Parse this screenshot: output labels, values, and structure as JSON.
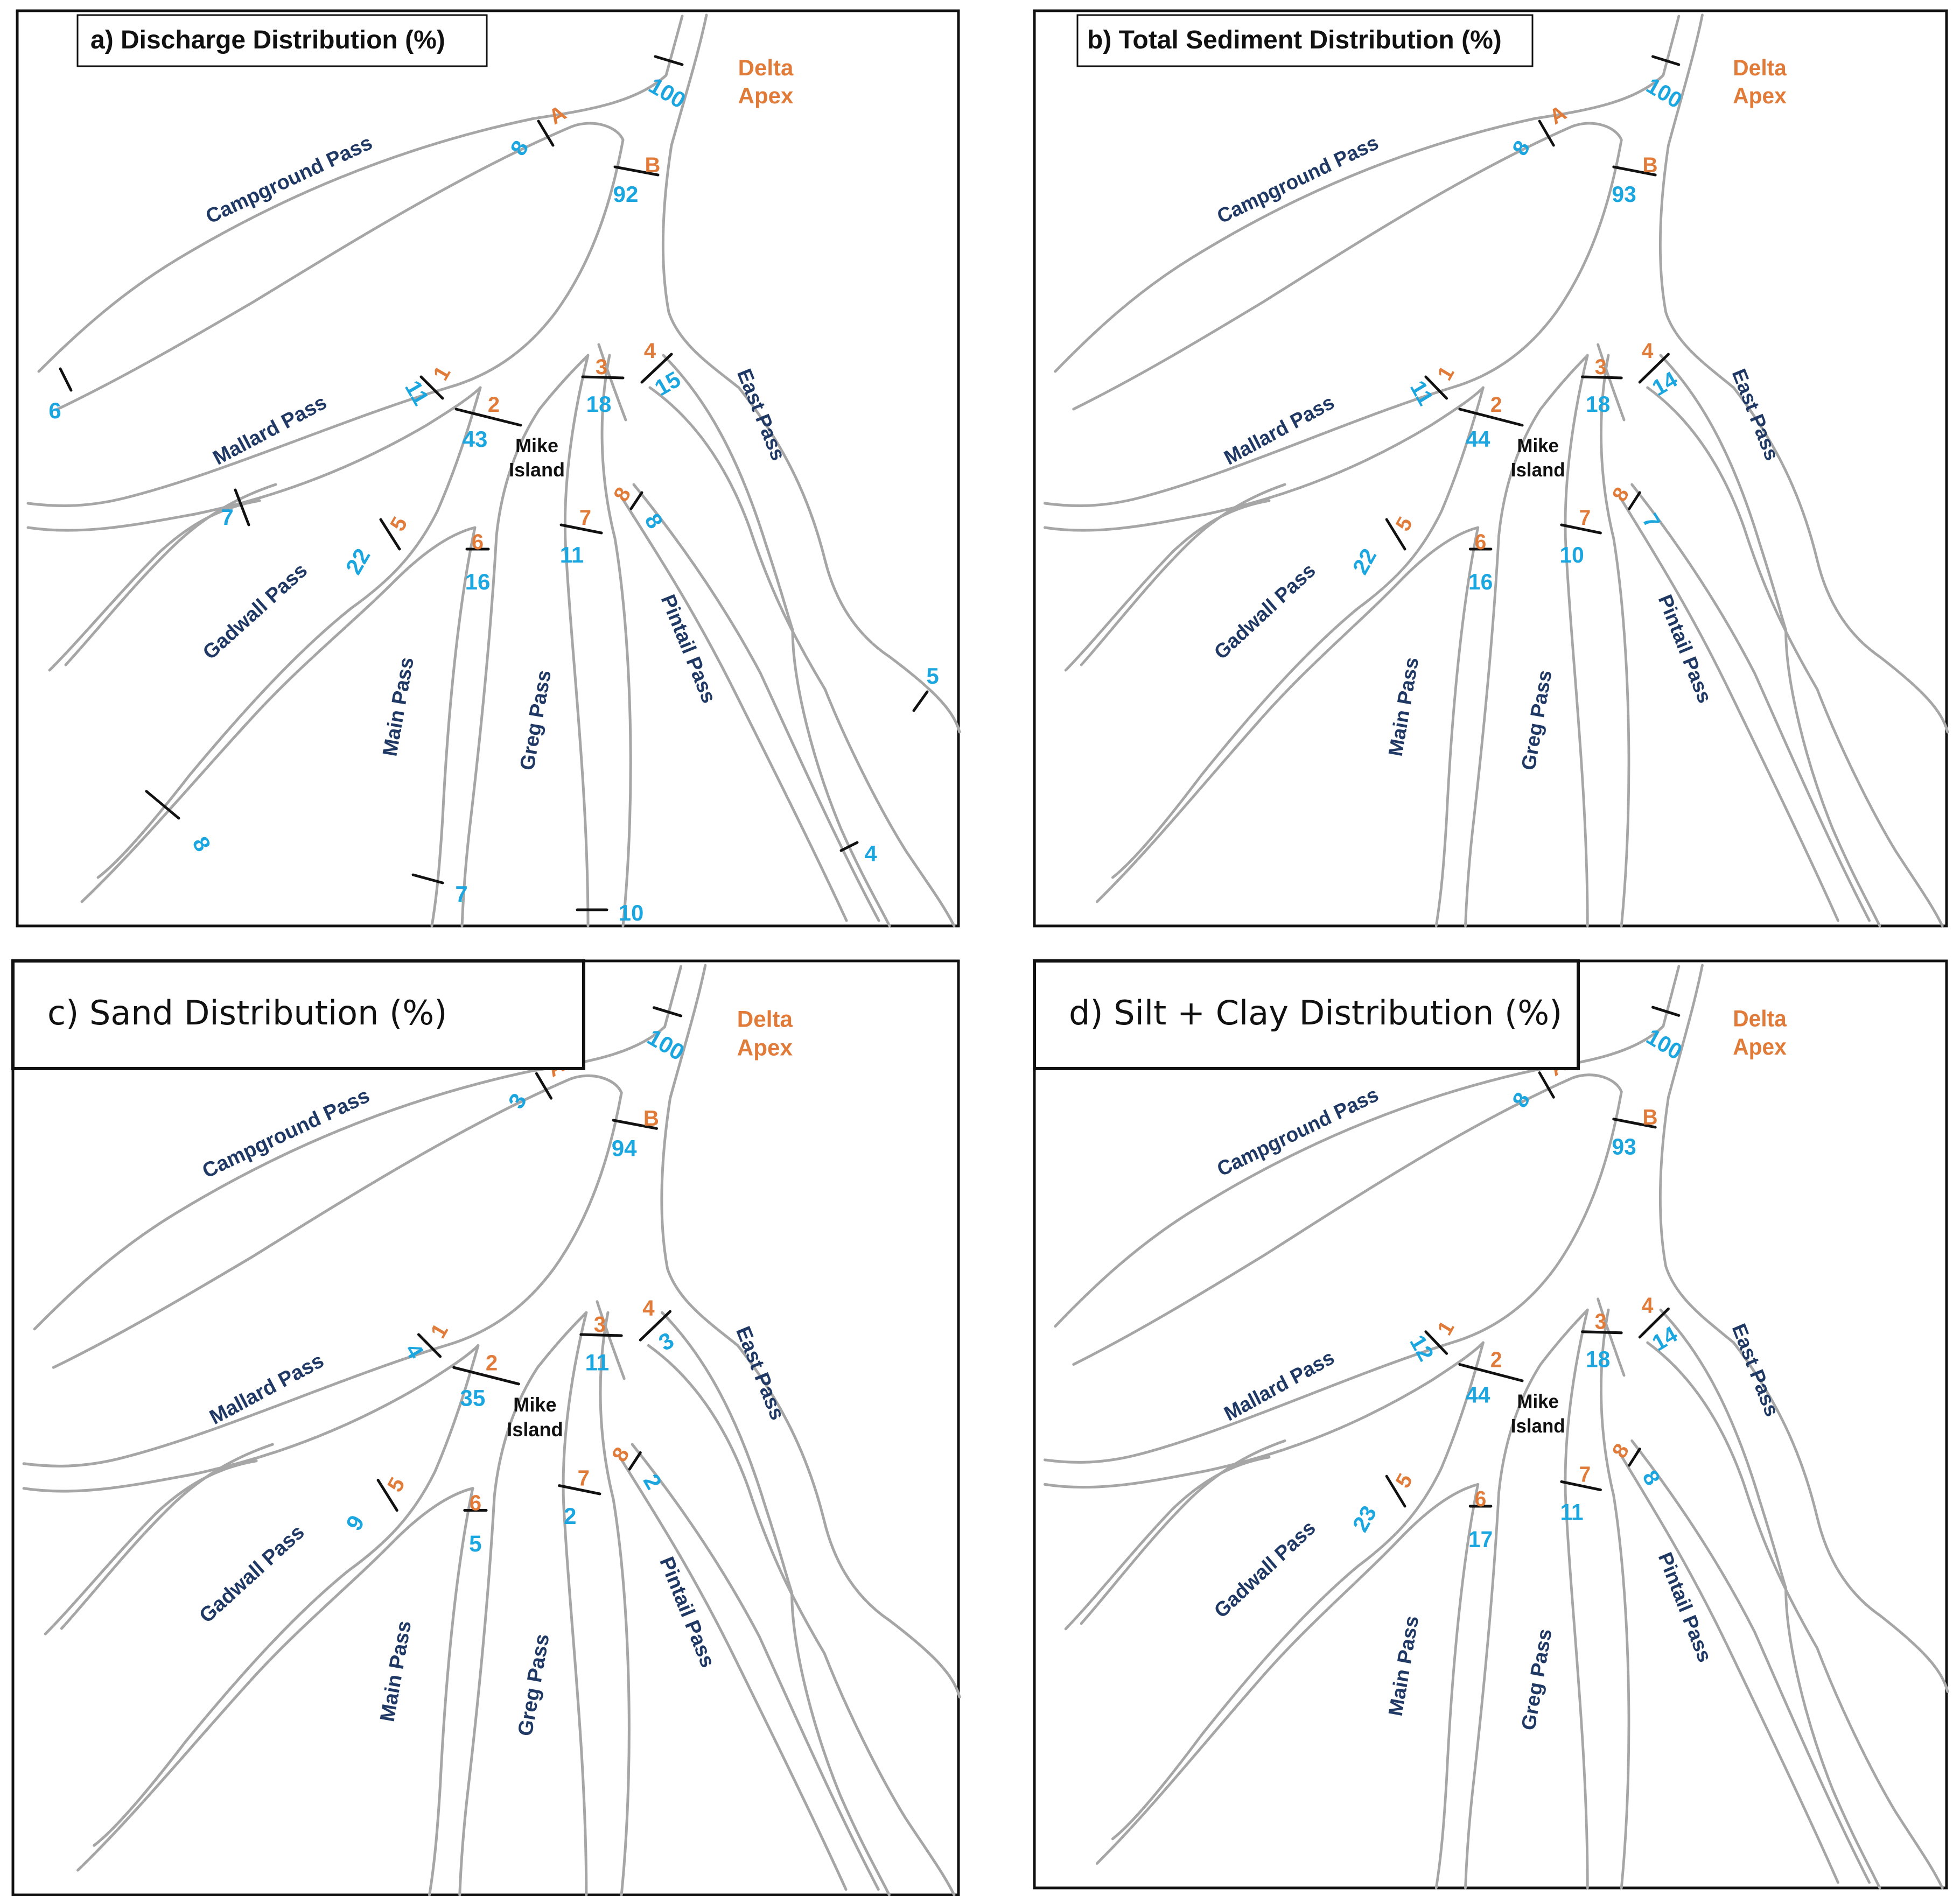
{
  "panels": [
    {
      "id": "a",
      "title": "a)  Discharge Distribution (%)",
      "title_style": "bold",
      "values": {
        "top": "100",
        "A": "8",
        "B": "92",
        "1": "11",
        "2": "43",
        "3": "18",
        "4": "15",
        "5": "22",
        "6": "16",
        "7": "11",
        "8": "8",
        "campground_out": "6",
        "mallard_out": "7",
        "gadwall_out": "8",
        "main_out": "7",
        "greg_out": "10",
        "east_out": "4",
        "right_out": "5"
      }
    },
    {
      "id": "b",
      "title": "b) Total Sediment Distribution (%)",
      "title_style": "bold",
      "values": {
        "top": "100",
        "A": "8",
        "B": "93",
        "1": "11",
        "2": "44",
        "3": "18",
        "4": "14",
        "5": "22",
        "6": "16",
        "7": "10",
        "8": "7"
      }
    },
    {
      "id": "c",
      "title": "c) Sand Distribution (%)",
      "title_style": "big",
      "values": {
        "top": "100",
        "A": "3",
        "B": "94",
        "1": "4",
        "2": "35",
        "3": "11",
        "4": "3",
        "5": "9",
        "6": "5",
        "7": "2",
        "8": "2"
      }
    },
    {
      "id": "d",
      "title": "d) Silt + Clay Distribution (%)",
      "title_style": "big",
      "values": {
        "top": "100",
        "A": "8",
        "B": "93",
        "1": "12",
        "2": "44",
        "3": "18",
        "4": "14",
        "5": "23",
        "6": "17",
        "7": "11",
        "8": "8"
      }
    }
  ],
  "labels": {
    "apex_line1": "Delta",
    "apex_line2": "Apex",
    "island_line1": "Mike",
    "island_line2": "Island",
    "campground": "Campground Pass",
    "mallard": "Mallard Pass",
    "gadwall": "Gadwall Pass",
    "main": "Main Pass",
    "greg": "Greg Pass",
    "east": "East Pass",
    "pintail": "Pintail Pass"
  },
  "section_ids": [
    "A",
    "B",
    "1",
    "2",
    "3",
    "4",
    "5",
    "6",
    "7",
    "8"
  ],
  "colors": {
    "section_id": "#e07b39",
    "value": "#1ba6e0",
    "pass_label": "#1f3864",
    "channel_bank": "#a6a6a6",
    "cross_section": "#111111"
  }
}
